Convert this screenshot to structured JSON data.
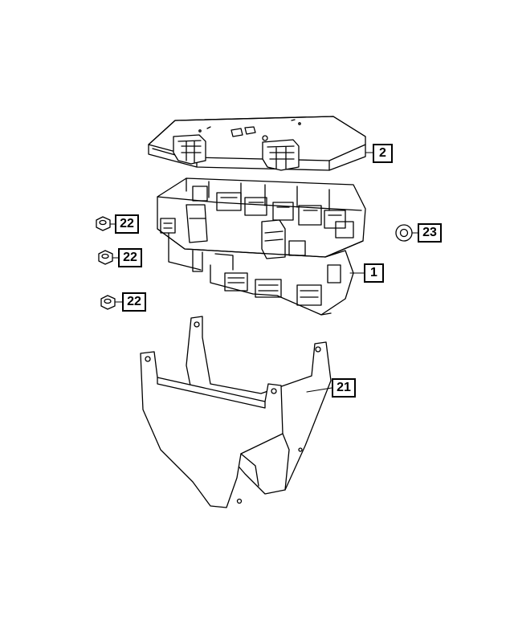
{
  "callouts": {
    "fuse_box": "1",
    "cover": "2",
    "bracket": "21",
    "nut_top": "22",
    "nut_middle": "22",
    "nut_bottom": "22",
    "grommet": "23"
  },
  "colors": {
    "line": "#000000",
    "background": "#ffffff"
  },
  "icons": {
    "cover": "fuse-box-cover-icon",
    "fuse_box": "fuse-box-icon",
    "bracket": "mounting-bracket-icon",
    "nut": "hex-nut-icon",
    "grommet": "grommet-icon"
  }
}
